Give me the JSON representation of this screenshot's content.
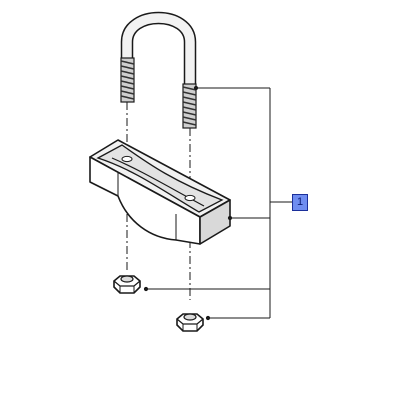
{
  "diagram": {
    "callout_label": "1",
    "parts": [
      "u-bolt",
      "clamp-block",
      "hex-nut-left",
      "hex-nut-right"
    ],
    "colors": {
      "line": "#1a1a1a",
      "part_fill": "#f2f2f2",
      "part_shadow": "#d6d6d6",
      "callout_fill": "#6f8df0",
      "callout_border": "#1b2f9a"
    }
  }
}
